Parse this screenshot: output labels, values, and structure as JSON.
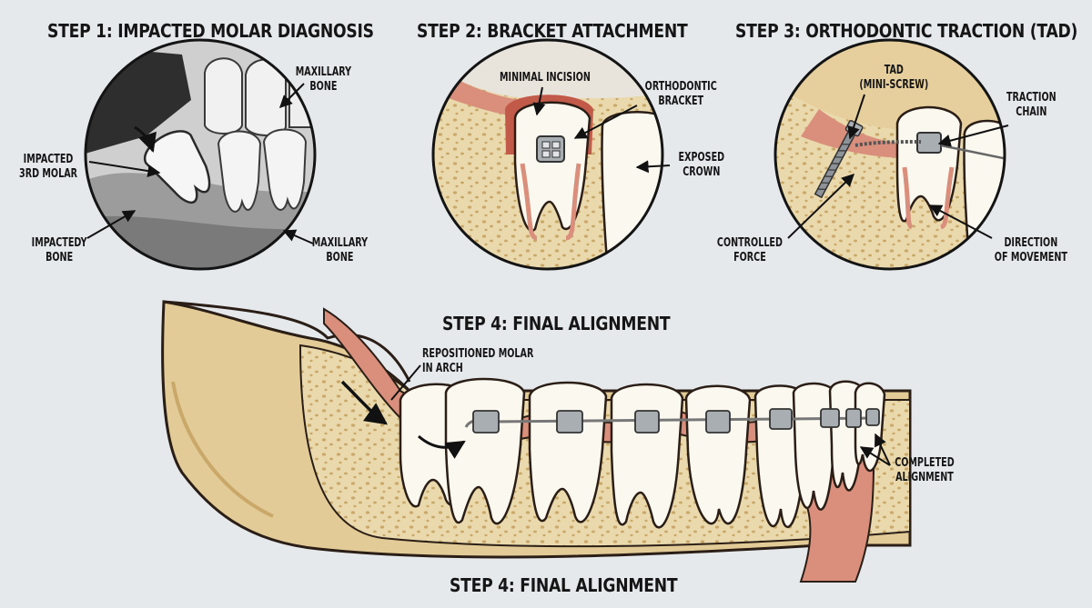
{
  "steps": {
    "step1": {
      "title": "STEP 1: IMPACTED MOLAR DIAGNOSIS",
      "labels": {
        "maxillary_bone_top": [
          "MAXILLARY",
          "BONE"
        ],
        "impacted_molar": [
          "IMPACTED",
          "3RD MOLAR"
        ],
        "impactedy_bone": [
          "IMPACTEDY",
          "BONE"
        ],
        "maxillary_bone_bottom": [
          "MAXILLARY",
          "BONE"
        ]
      }
    },
    "step2": {
      "title": "STEP 2: BRACKET ATTACHMENT",
      "labels": {
        "minimal_incision": [
          "MINIMAL INCISION"
        ],
        "orthodontic_bracket": [
          "ORTHODONTIC",
          "BRACKET"
        ],
        "exposed_crown": [
          "EXPOSED",
          "CROWN"
        ]
      }
    },
    "step3": {
      "title": "STEP 3: ORTHODONTIC TRACTION (TAD)",
      "labels": {
        "tad": [
          "TAD",
          "(MINI-SCREW)"
        ],
        "traction_chain": [
          "TRACTION",
          "CHAIN"
        ],
        "controlled_force": [
          "CONTROLLED",
          "FORCE"
        ],
        "direction_of_movement": [
          "DIRECTION",
          "OF MOVEMENT"
        ]
      }
    },
    "step4": {
      "title": "STEP 4: FINAL ALIGNMENT",
      "labels": {
        "repositioned_molar": [
          "REPOSITIONED MOLAR",
          "IN ARCH"
        ],
        "completed_alignment": [
          "COMPLETED",
          "ALIGNMENT"
        ]
      },
      "footer_title": "STEP 4: FINAL ALIGNMENT"
    }
  },
  "colors": {
    "background": "#e6e9ec",
    "bone": "#ead9ac",
    "gum": "#d98f7c",
    "gum_dark": "#c25a4a",
    "tooth": "#fbf8ef",
    "outline": "#2a1e16",
    "metal": "#a9aeb3"
  }
}
